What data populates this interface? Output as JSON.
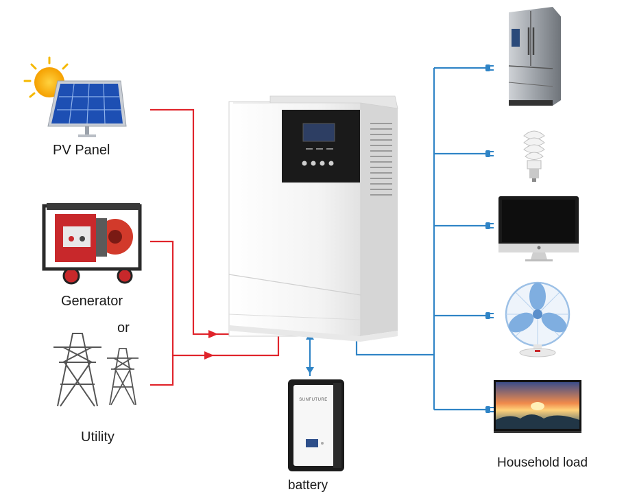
{
  "labels": {
    "pv_panel": "PV Panel",
    "generator": "Generator",
    "or": "or",
    "utility": "Utility",
    "battery": "battery",
    "household_load": "Household load"
  },
  "battery_brand": "SUNFUTURE",
  "colors": {
    "ac_input_line": "#e0242b",
    "ac_output_line": "#2f84c6",
    "battery_link": "#2f84c6",
    "inverter_body": "#f4f4f4",
    "panel_display": "#2d3e63",
    "battery_body": "#1c1c1c"
  },
  "icons": {
    "sources": [
      "sun-icon",
      "solar-panel-icon",
      "generator-icon",
      "power-tower-icon"
    ],
    "loads": [
      "refrigerator-icon",
      "light-bulb-icon",
      "computer-monitor-icon",
      "desk-fan-icon",
      "television-icon"
    ]
  }
}
